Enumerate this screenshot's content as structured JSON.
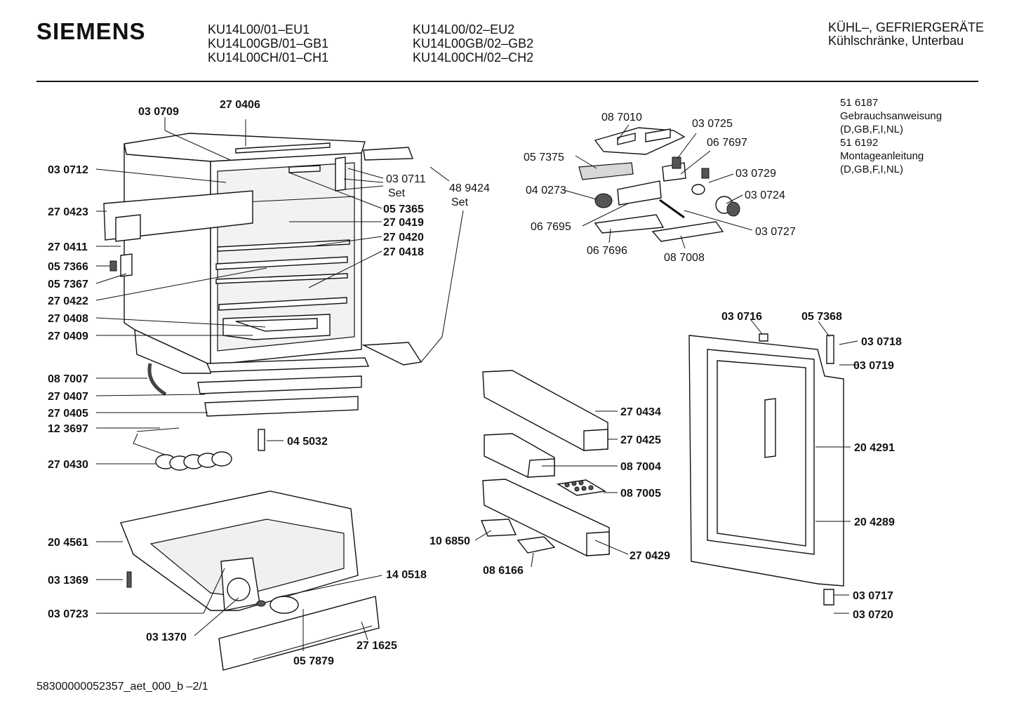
{
  "header": {
    "brand": "SIEMENS",
    "models_col1": [
      "KU14L00/01–EU1",
      "KU14L00GB/01–GB1",
      "KU14L00CH/01–CH1"
    ],
    "models_col2": [
      "KU14L00/02–EU2",
      "KU14L00GB/02–GB2",
      "KU14L00CH/02–CH2"
    ],
    "category": [
      "KÜHL–, GEFRIERGERÄTE",
      "Kühlschränke, Unterbau"
    ]
  },
  "documents": [
    "51 6187",
    "Gebrauchsanweisung",
    "(D,GB,F,I,NL)",
    "51 6192",
    "Montageanleitung",
    "(D,GB,F,I,NL)"
  ],
  "labels": {
    "p030709": "03 0709",
    "p270406": "27 0406",
    "p030712": "03 0712",
    "p030711": "03 0711",
    "set1": "Set",
    "p489424": "48 9424",
    "set2": "Set",
    "p270423": "27 0423",
    "p057365": "05 7365",
    "p270419": "27 0419",
    "p270420": "27 0420",
    "p270418": "27 0418",
    "p270411": "27 0411",
    "p057366": "05 7366",
    "p057367": "05 7367",
    "p270422": "27 0422",
    "p270408": "27 0408",
    "p270409": "27 0409",
    "p087007": "08 7007",
    "p270407": "27 0407",
    "p270405": "27 0405",
    "p123697": "12 3697",
    "p045032": "04 5032",
    "p270430": "27 0430",
    "p204561": "20 4561",
    "p031369": "03 1369",
    "p030723": "03 0723",
    "p140518": "14 0518",
    "p031370": "03 1370",
    "p271625": "27 1625",
    "p057879": "05 7879",
    "p087010": "08 7010",
    "p030725": "03 0725",
    "p067697": "06 7697",
    "p057375": "05 7375",
    "p030729": "03 0729",
    "p040273": "04 0273",
    "p030724": "03 0724",
    "p067695": "06 7695",
    "p030727": "03 0727",
    "p067696": "06 7696",
    "p087008": "08 7008",
    "p270434": "27 0434",
    "p270425": "27 0425",
    "p087004": "08 7004",
    "p087005": "08 7005",
    "p106850": "10 6850",
    "p270429": "27 0429",
    "p086166": "08 6166",
    "p030716": "03 0716",
    "p057368": "05 7368",
    "p030718": "03 0718",
    "p030719": "03 0719",
    "p204291": "20 4291",
    "p204289": "20 4289",
    "p030717": "03 0717",
    "p030720": "03 0720"
  },
  "footer": "58300000052357_aet_000_b –2/1"
}
